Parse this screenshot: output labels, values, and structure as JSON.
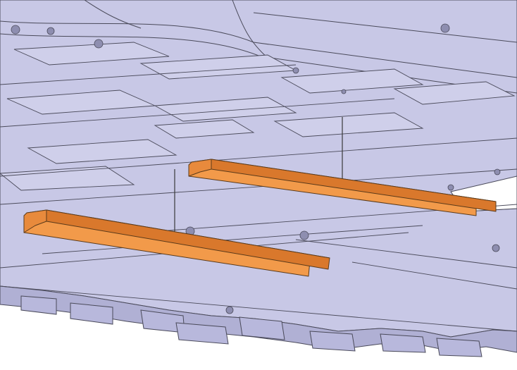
{
  "diagram": {
    "kind": "technical-illustration",
    "subject": "vehicle-underbody-floor-pan",
    "highlighted_parts": [
      {
        "id": "rail-rear",
        "color": "#f29a4a"
      },
      {
        "id": "rail-front",
        "color": "#f29a4a"
      }
    ],
    "colors": {
      "body": "#c8c8e6",
      "body_dark": "#b0b0d4",
      "outline": "#4a4a5a",
      "highlight": "#f29a4a",
      "highlight_shade": "#d9782c",
      "background": "#ffffff"
    }
  }
}
